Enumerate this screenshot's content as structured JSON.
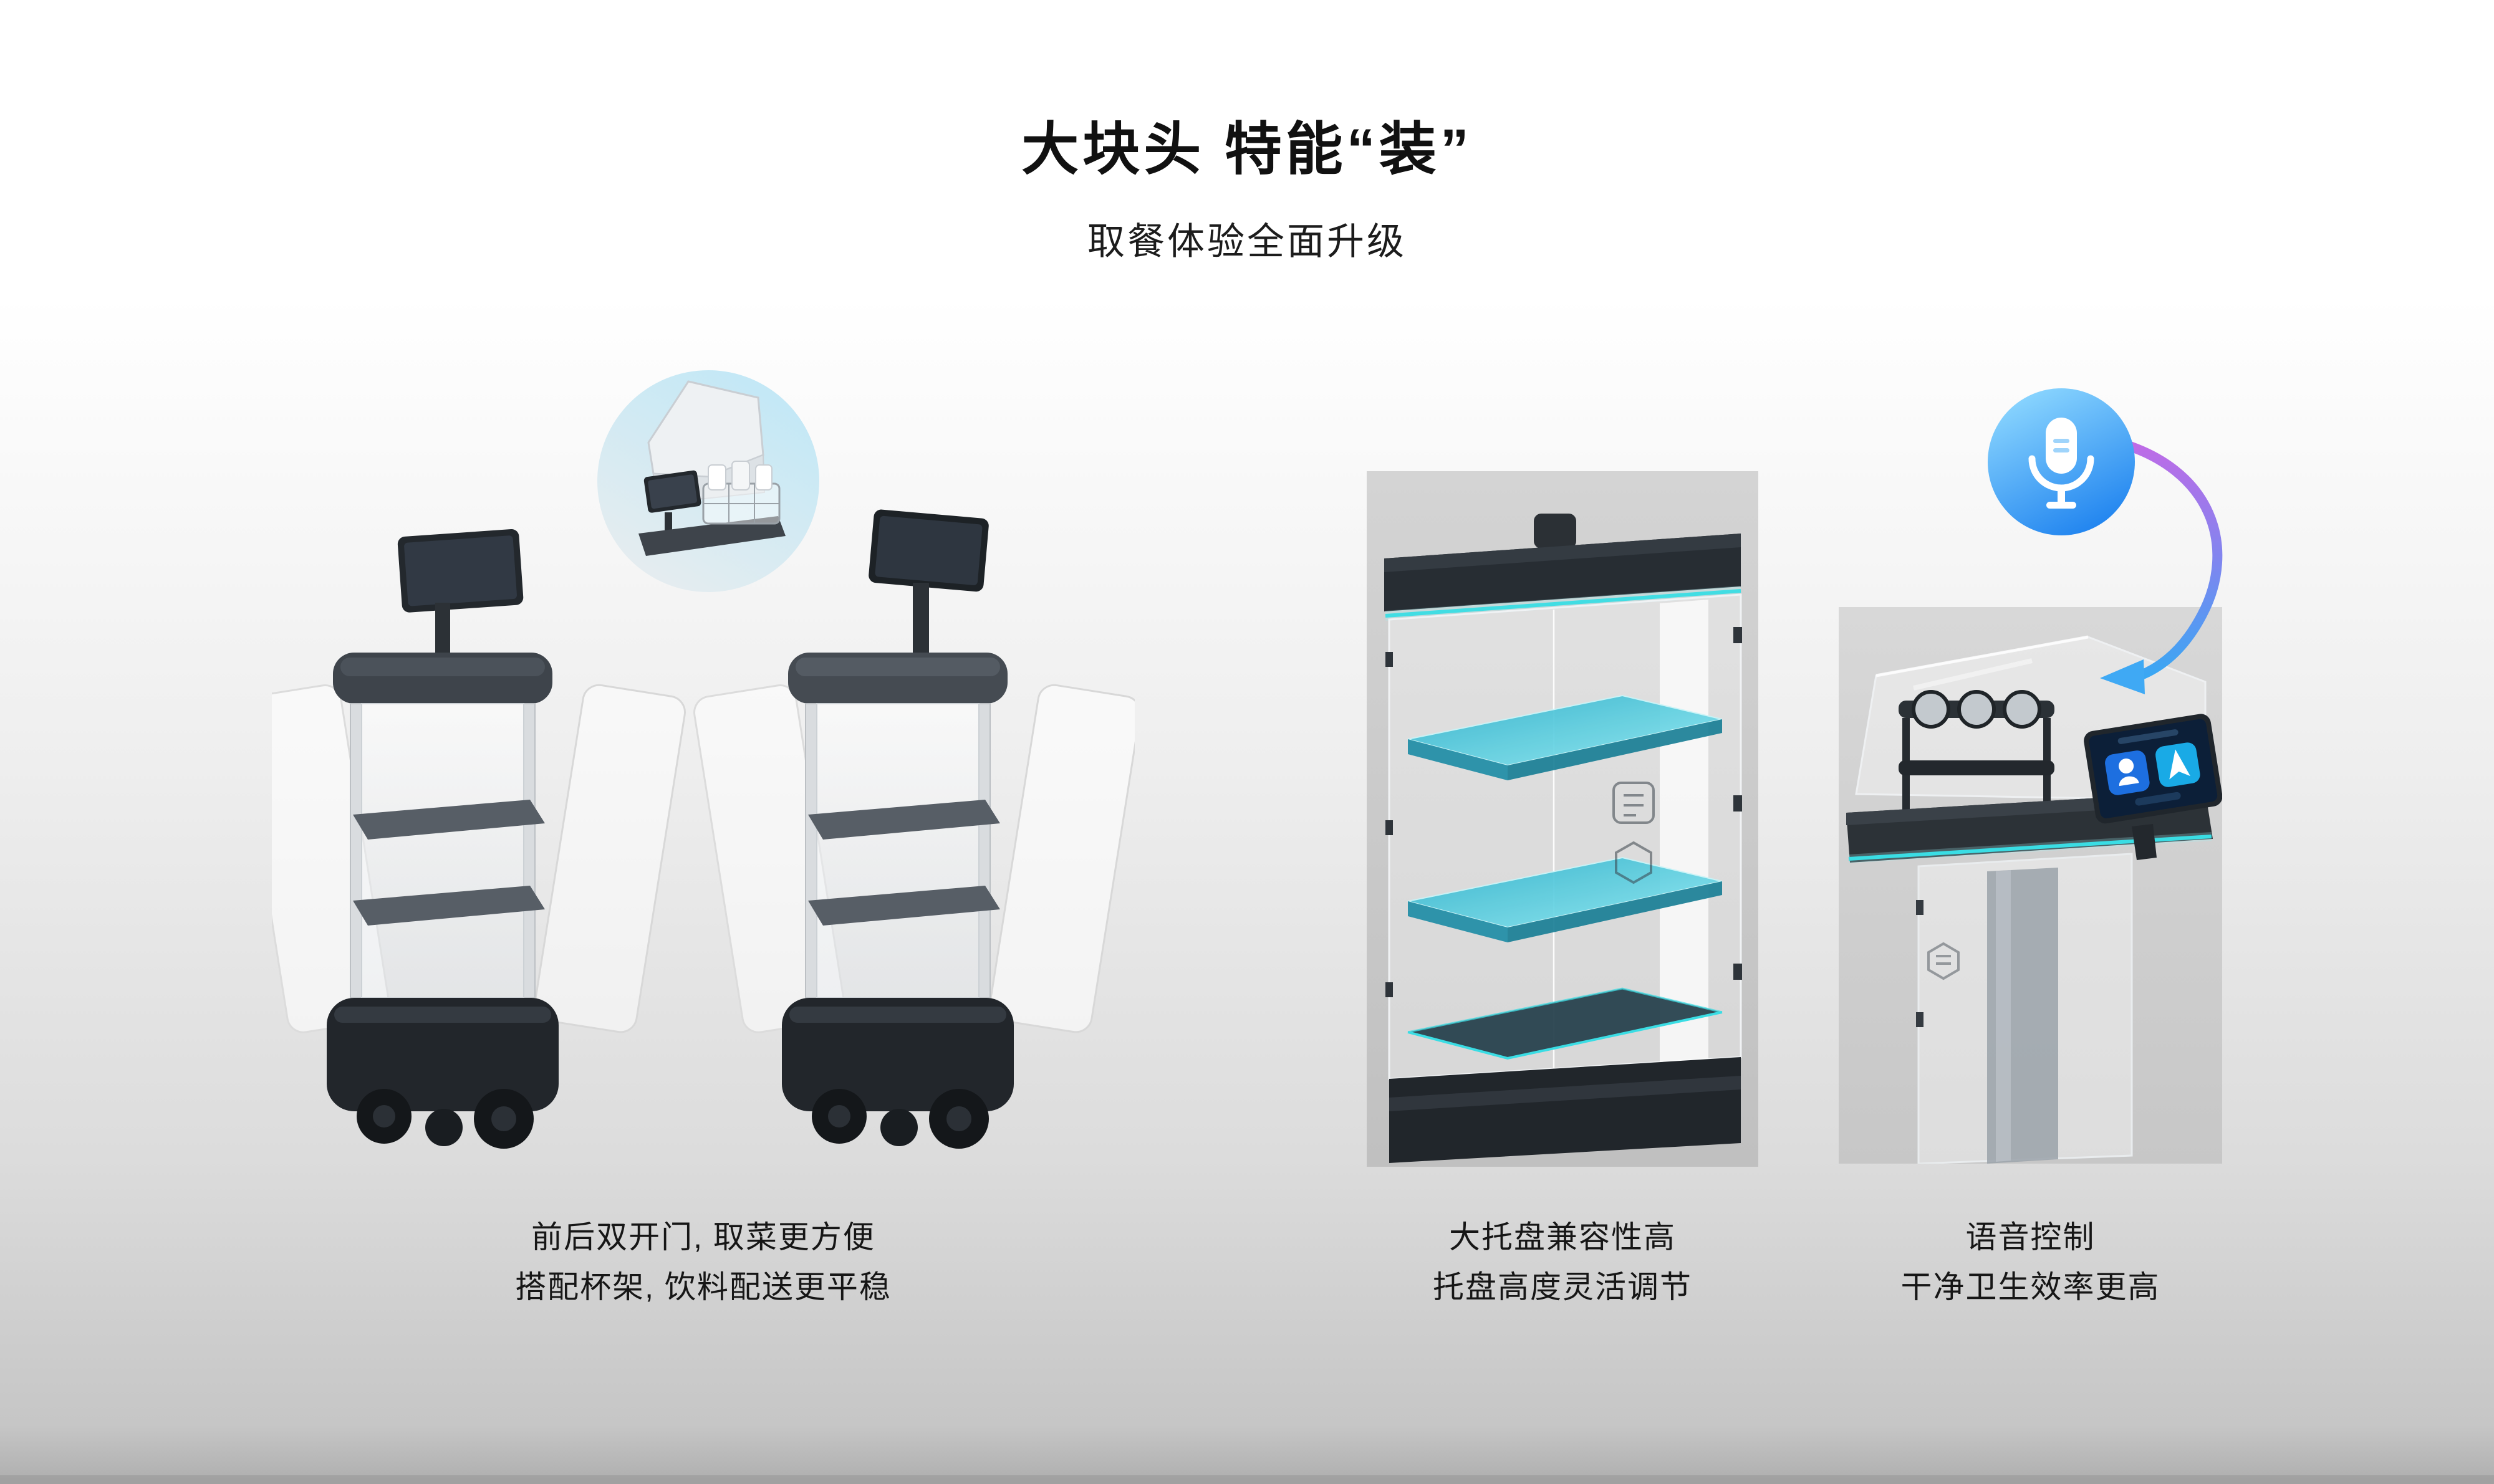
{
  "header": {
    "title": "大块头 特能“装”",
    "subtitle": "取餐体验全面升级"
  },
  "features": [
    {
      "id": "double-doors",
      "line1": "前后双开门, 取菜更方便",
      "line2": "搭配杯架, 饮料配送更平稳"
    },
    {
      "id": "large-trays",
      "line1": "大托盘兼容性高",
      "line2": "托盘高度灵活调节"
    },
    {
      "id": "voice-control",
      "line1": "语音控制",
      "line2": "干净卫生效率更高"
    }
  ],
  "icons": {
    "microphone": "microphone-icon",
    "curved_arrow": "curved-arrow-icon",
    "user_tile": "user-icon",
    "navigate_tile": "navigation-arrow-icon"
  },
  "colors": {
    "accent_cyan": "#3adde4",
    "accent_blue": "#2b8df2",
    "accent_purple": "#b06ae8",
    "tray_teal": "#35bfd8",
    "background_top": "#ffffff",
    "background_bottom": "#aeaeae"
  }
}
